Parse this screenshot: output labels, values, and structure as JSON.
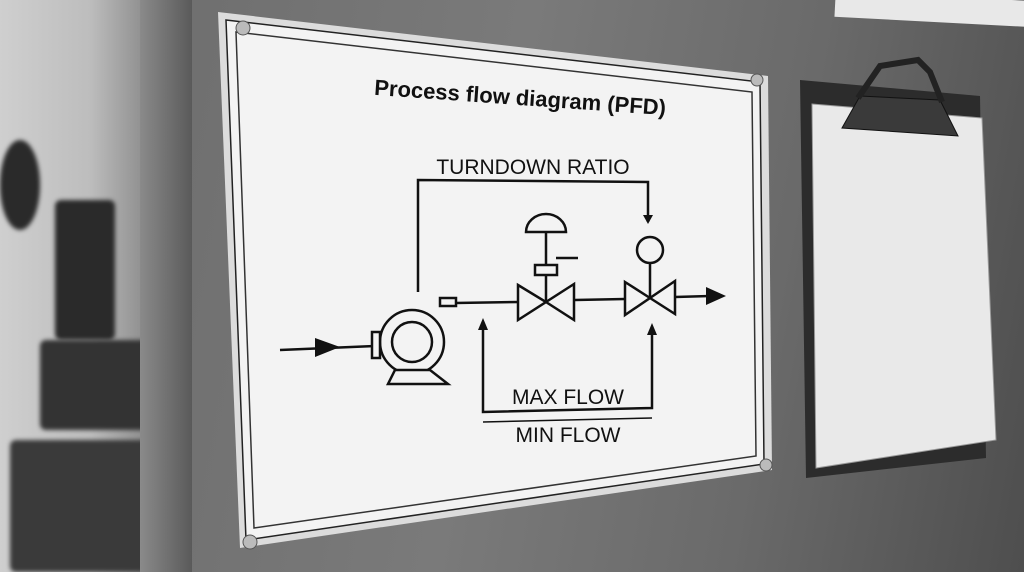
{
  "poster": {
    "title": "Process flow diagram (PFD)",
    "labels": {
      "turndown": "TURNDOWN RATIO",
      "max_flow": "MAX FLOW",
      "min_flow": "MIN FLOW"
    }
  },
  "colors": {
    "wall": "#6e6e6e",
    "paper": "#f2f2f2",
    "ink": "#111111"
  }
}
